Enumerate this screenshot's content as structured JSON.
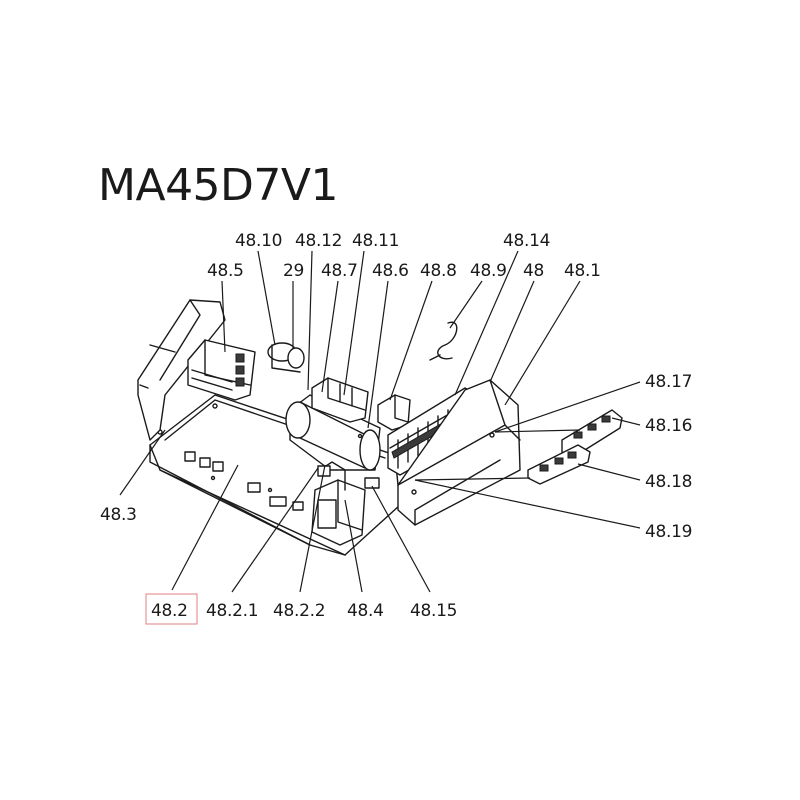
{
  "title": "MA45D7V1",
  "labels": [
    {
      "id": "48.10",
      "text": "48.10"
    },
    {
      "id": "48.12",
      "text": "48.12"
    },
    {
      "id": "48.11",
      "text": "48.11"
    },
    {
      "id": "48.14",
      "text": "48.14"
    },
    {
      "id": "48.5",
      "text": "48.5"
    },
    {
      "id": "29",
      "text": "29"
    },
    {
      "id": "48.7",
      "text": "48.7"
    },
    {
      "id": "48.6",
      "text": "48.6"
    },
    {
      "id": "48.8",
      "text": "48.8"
    },
    {
      "id": "48.9",
      "text": "48.9"
    },
    {
      "id": "48",
      "text": "48"
    },
    {
      "id": "48.1",
      "text": "48.1"
    },
    {
      "id": "48.17",
      "text": "48.17"
    },
    {
      "id": "48.16",
      "text": "48.16"
    },
    {
      "id": "48.18",
      "text": "48.18"
    },
    {
      "id": "48.19",
      "text": "48.19"
    },
    {
      "id": "48.3",
      "text": "48.3"
    },
    {
      "id": "48.2",
      "text": "48.2"
    },
    {
      "id": "48.2.1",
      "text": "48.2.1"
    },
    {
      "id": "48.2.2",
      "text": "48.2.2"
    },
    {
      "id": "48.4",
      "text": "48.4"
    },
    {
      "id": "48.15",
      "text": "48.15"
    }
  ],
  "selected_label": "48.2"
}
